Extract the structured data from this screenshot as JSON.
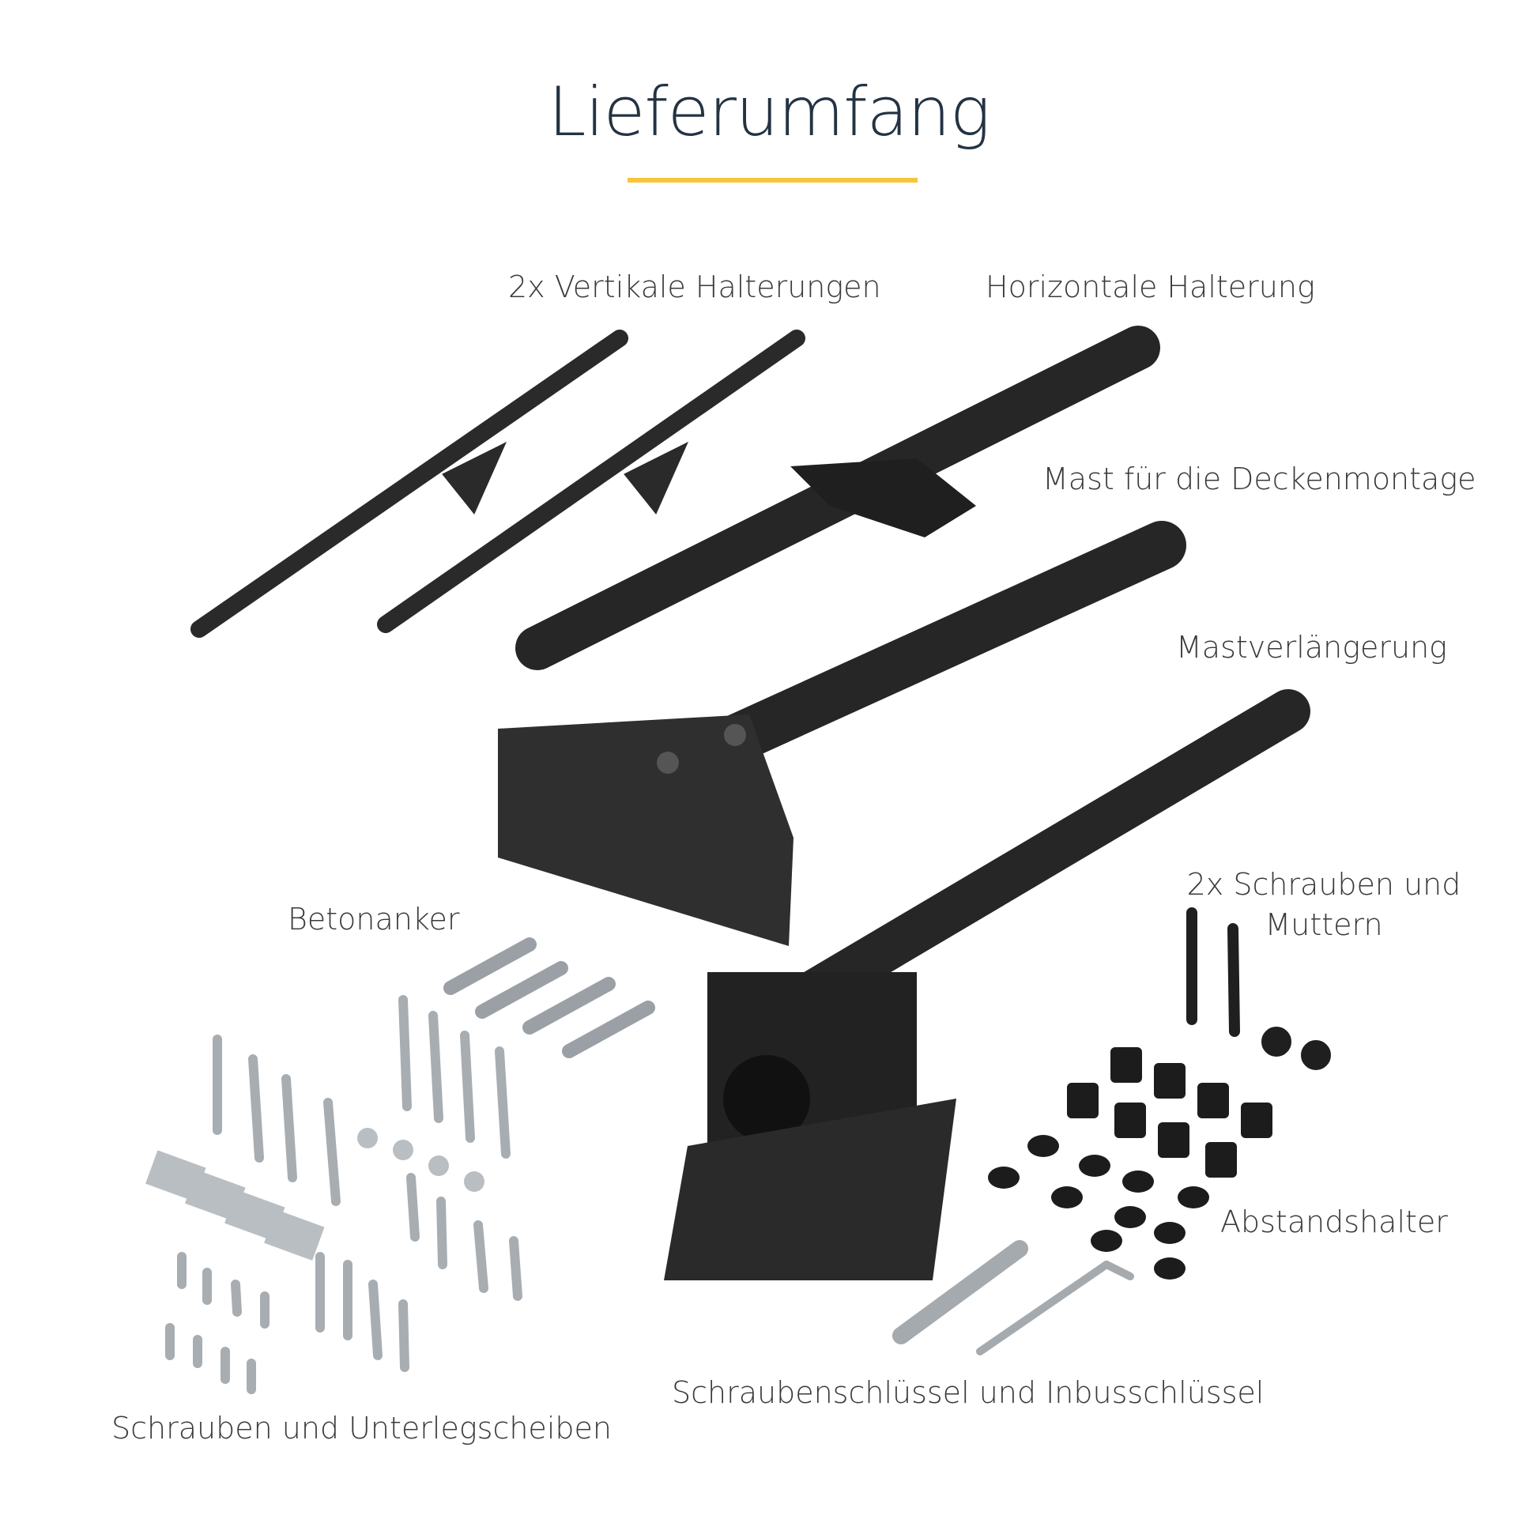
{
  "title": "Lieferumfang",
  "accent_color": "#f8c53a",
  "labels": {
    "vertical_brackets": "2x Vertikale Halterungen",
    "horizontal_bracket": "Horizontale Halterung",
    "ceiling_mast": "Mast für die Deckenmontage",
    "mast_extension": "Mastverlängerung",
    "concrete_anchors": "Betonanker",
    "bolts_nuts_line1": "2x Schrauben und",
    "bolts_nuts_line2": "Muttern",
    "spacers": "Abstandshalter",
    "wrenches": "Schraubenschlüssel und Inbusschlüssel",
    "screws_washers": "Schrauben und Unterlegscheiben"
  }
}
